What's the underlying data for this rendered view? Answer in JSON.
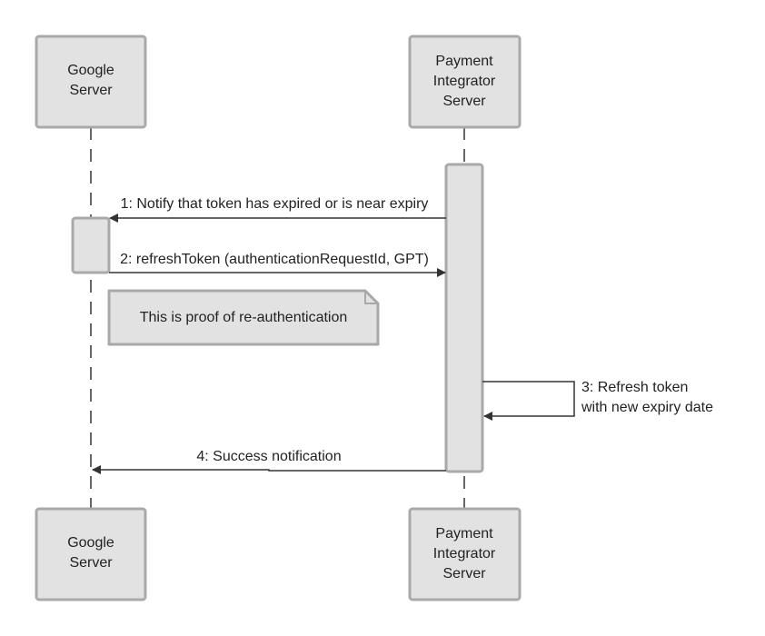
{
  "participants": {
    "google": {
      "lines": [
        "Google",
        "Server"
      ]
    },
    "payment": {
      "lines": [
        "Payment",
        "Integrator",
        "Server"
      ]
    }
  },
  "messages": [
    {
      "label": "1: Notify that token has expired or is near expiry"
    },
    {
      "label": "2: refreshToken (authenticationRequestId, GPT)"
    },
    {
      "lines": [
        "3: Refresh token",
        "with new expiry date"
      ]
    },
    {
      "label": "4: Success notification"
    }
  ],
  "note": {
    "text": "This is proof of re-authentication"
  },
  "colors": {
    "box_fill": "#e2e2e2",
    "box_stroke": "#a9a9a9",
    "line": "#333333",
    "text": "#222222"
  }
}
